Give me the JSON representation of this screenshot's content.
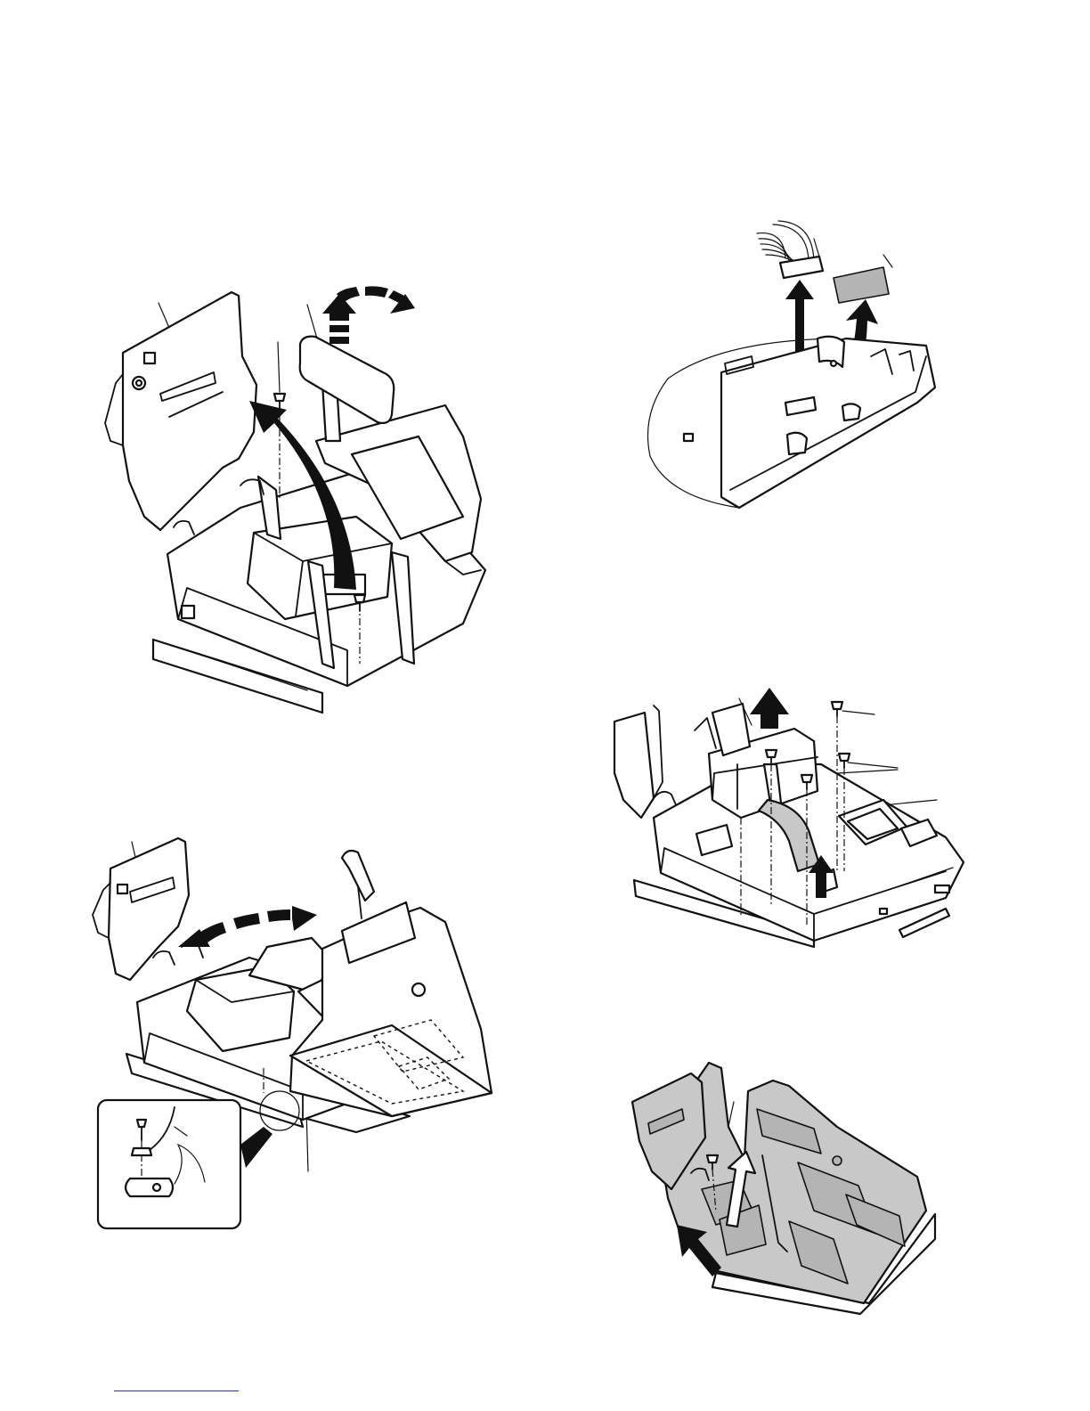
{
  "page": {
    "footer_rule_color": "#1f3fa6",
    "ink_color": "#111111",
    "shade_color": "#c8c8c8"
  },
  "figures": [
    {
      "id": "fig-1",
      "subject": "printer-cover-open-tilt"
    },
    {
      "id": "fig-2",
      "subject": "cable-connector-removal"
    },
    {
      "id": "fig-3",
      "subject": "top-cabinet-swing-with-ground-detail"
    },
    {
      "id": "fig-4",
      "subject": "print-unit-lift-screws"
    },
    {
      "id": "fig-5",
      "subject": "shaded-cabinet-removal"
    }
  ]
}
